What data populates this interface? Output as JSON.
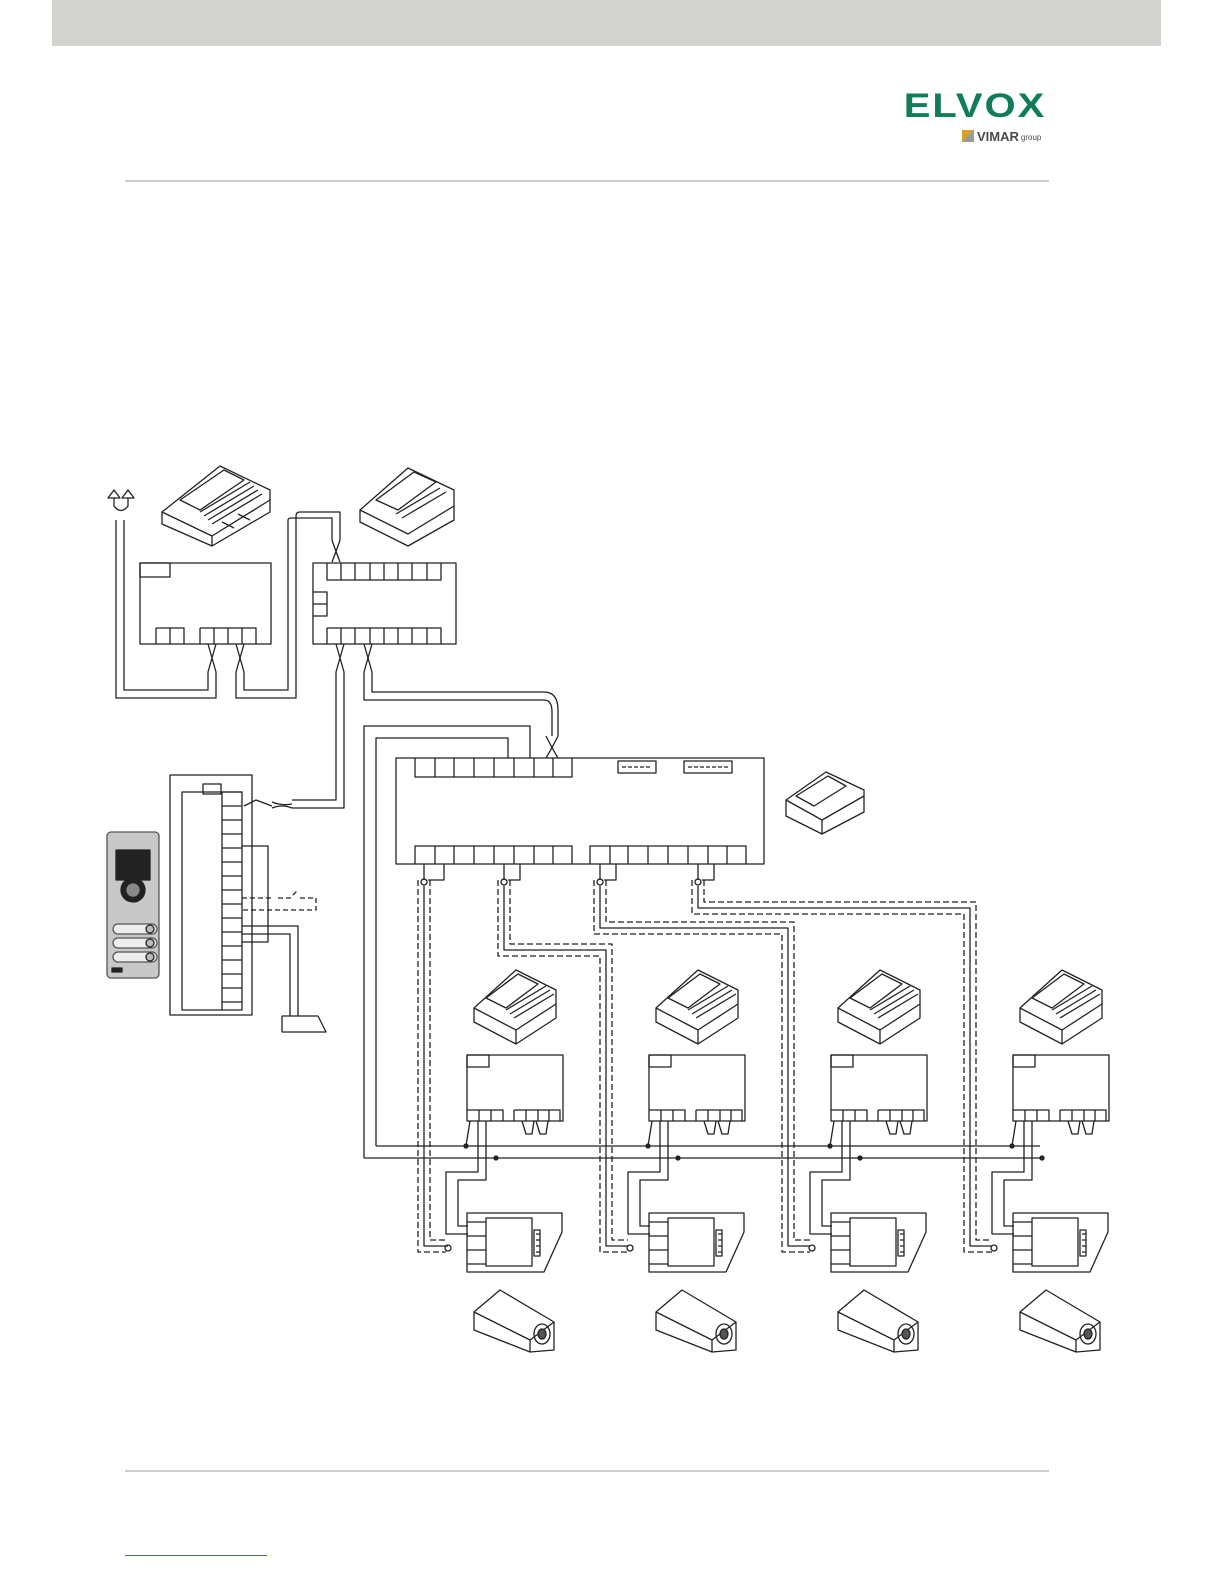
{
  "header": {
    "logo": {
      "wordmark": "ELVOX",
      "sub_brand": "VIMAR",
      "sub_group": "group"
    }
  },
  "colors": {
    "logo_green": "#0f7d57",
    "band_gray": "#d2d2cf",
    "line": "#222222",
    "rule": "#d0d0d0"
  },
  "diagram": {
    "camera_count": 4,
    "icons": [
      "antenna-icon",
      "power-supply-icon",
      "video-distributor-icon",
      "door-entry-panel-icon",
      "switch-icon",
      "door-lock-icon",
      "camera-icon"
    ]
  }
}
